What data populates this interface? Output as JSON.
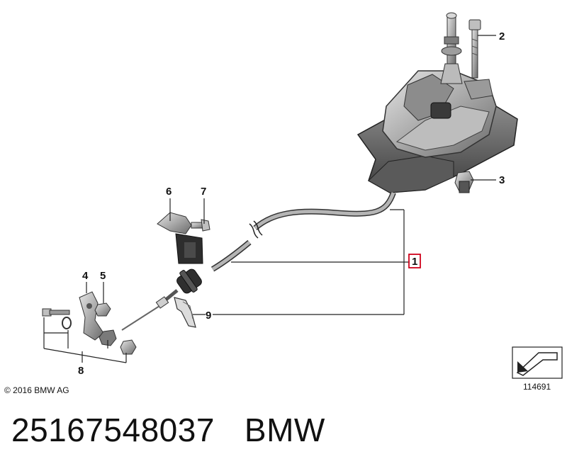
{
  "diagram": {
    "callouts": [
      {
        "id": "1",
        "label": "1",
        "highlighted": true
      },
      {
        "id": "2",
        "label": "2"
      },
      {
        "id": "3",
        "label": "3"
      },
      {
        "id": "4",
        "label": "4"
      },
      {
        "id": "5",
        "label": "5"
      },
      {
        "id": "6",
        "label": "6"
      },
      {
        "id": "7",
        "label": "7"
      },
      {
        "id": "8",
        "label": "8"
      },
      {
        "id": "9",
        "label": "9"
      }
    ],
    "copyright": "© 2016 BMW AG",
    "diagram_number": "114691",
    "highlight_color": "#d0021b"
  },
  "footer": {
    "part_number": "25167548037",
    "brand": "BMW"
  }
}
